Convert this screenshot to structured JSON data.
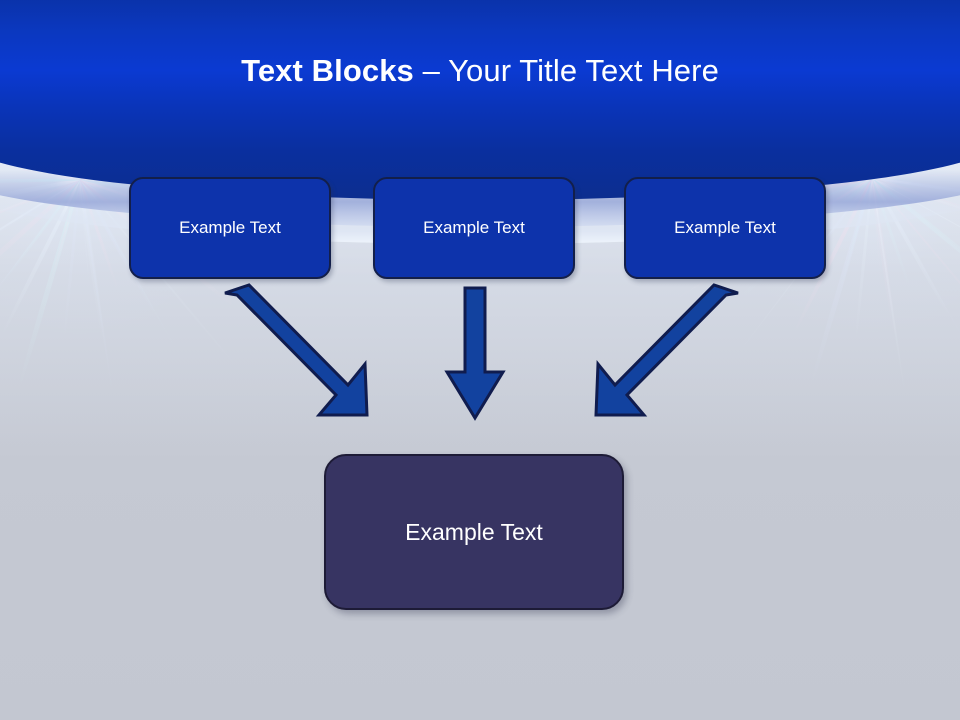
{
  "slide": {
    "title": {
      "bold_part": "Text Blocks",
      "rest_part": " – Your Title Text Here",
      "full": "Text Blocks – Your Title Text Here",
      "color": "#ffffff"
    },
    "theme": {
      "header_blue_dark": "#0a2a90",
      "header_blue_bright": "#0b3ad2",
      "body_gray": "#c3c7d1",
      "accent_lavender": "#96a6d8",
      "node_blue_fill": "#0d33ab",
      "node_blue_border": "#131f4a",
      "node_purple_fill": "#373462",
      "node_purple_border": "#1d1b36",
      "arrow_fill": "#12429f",
      "arrow_border": "#101c4e"
    },
    "top_nodes": [
      {
        "label": "Example Text"
      },
      {
        "label": "Example Text"
      },
      {
        "label": "Example Text"
      }
    ],
    "bottom_node": {
      "label": "Example Text"
    },
    "arrows": [
      {
        "name": "arrow-left-diagonal",
        "direction": "down-right"
      },
      {
        "name": "arrow-middle-vertical",
        "direction": "down"
      },
      {
        "name": "arrow-right-diagonal",
        "direction": "down-left"
      }
    ]
  }
}
